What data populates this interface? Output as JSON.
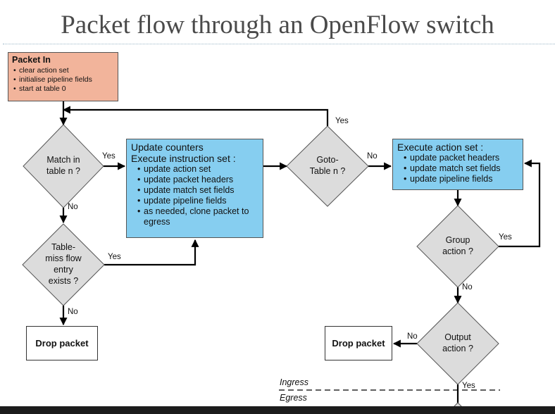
{
  "slide": {
    "title": "Packet flow through an OpenFlow switch"
  },
  "packet_in": {
    "title": "Packet In",
    "items": [
      "clear action set",
      "initialise pipeline fields",
      "start at table 0"
    ]
  },
  "instruction_box": {
    "line1": "Update counters",
    "line2": "Execute instruction set :",
    "items": [
      "update action set",
      "update packet headers",
      "update match set fields",
      "update pipeline fields",
      "as needed, clone packet to egress"
    ]
  },
  "action_box": {
    "title": "Execute action set :",
    "items": [
      "update packet headers",
      "update match set fields",
      "update pipeline fields"
    ]
  },
  "decisions": {
    "match": [
      "Match in",
      "table n ?"
    ],
    "table_miss": [
      "Table-",
      "miss flow",
      "entry",
      "exists ?"
    ],
    "goto": [
      "Goto-",
      "Table n ?"
    ],
    "group": [
      "Group",
      "action ?"
    ],
    "output": [
      "Output",
      "action ?"
    ]
  },
  "drop_label": "Drop packet",
  "edge_labels": {
    "match_yes": "Yes",
    "match_no": "No",
    "miss_yes": "Yes",
    "miss_no": "No",
    "goto_yes": "Yes",
    "goto_no": "No",
    "group_yes": "Yes",
    "group_no": "No",
    "output_no": "No",
    "output_yes": "Yes"
  },
  "zones": {
    "ingress": "Ingress",
    "egress": "Egress"
  }
}
